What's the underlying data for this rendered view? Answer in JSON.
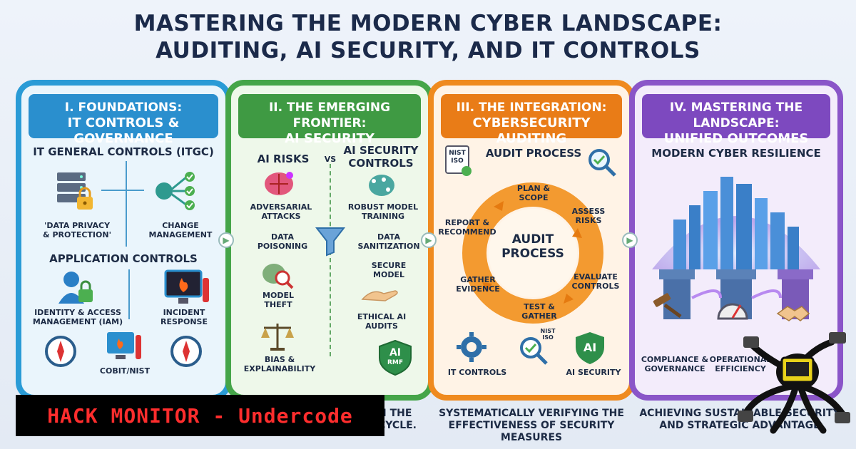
{
  "title": {
    "line1": "MASTERING THE MODERN CYBER LANDSCAPE:",
    "line2": "AUDITING, AI SECURITY, AND IT CONTROLS"
  },
  "panel1": {
    "header1": "I. FOUNDATIONS:",
    "header2": "IT CONTROLS & GOVERNANCE",
    "itgc": "IT GENERAL CONTROLS (ITGC)",
    "privacy1": "'DATA PRIVACY",
    "privacy2": "& PROTECTION'",
    "change1": "CHANGE",
    "change2": "MANAGEMENT",
    "appctl": "APPLICATION CONTROLS",
    "iam1": "IDENTITY & ACCESS",
    "iam2": "MANAGEMENT (IAM)",
    "incident1": "INCIDENT",
    "incident2": "RESPONSE",
    "cobit": "COBIT/NIST"
  },
  "panel2": {
    "header1": "II. THE EMERGING FRONTIER:",
    "header2": "AI SECURITY",
    "risks": "AI RISKS",
    "vs": "VS",
    "controls1": "AI SECURITY",
    "controls2": "CONTROLS",
    "adv1": "ADVERSARIAL",
    "adv2": "ATTACKS",
    "robust1": "ROBUST MODEL",
    "robust2": "TRAINING",
    "poison1": "DATA",
    "poison2": "POISONING",
    "sanit1": "DATA",
    "sanit2": "SANITIZATION",
    "secure1": "SECURE",
    "secure2": "MODEL",
    "theft1": "MODEL",
    "theft2": "THEFT",
    "ethical1": "ETHICAL AI",
    "ethical2": "AUDITS",
    "bias1": "BIAS &",
    "bias2": "EXPLAINABILITY",
    "badge1": "AI",
    "badge2": "RMF"
  },
  "panel3": {
    "header1": "III. THE INTEGRATION:",
    "header2": "CYBERSECURITY AUDITING",
    "process": "AUDIT PROCESS",
    "nist": "NIST",
    "iso": "ISO",
    "center1": "AUDIT",
    "center2": "PROCESS",
    "plan1": "PLAN &",
    "plan2": "SCOPE",
    "assess1": "ASSESS",
    "assess2": "RISKS",
    "eval1": "EVALUATE",
    "eval2": "CONTROLS",
    "test1": "TEST &",
    "test2": "GATHER",
    "gather1": "GATHER",
    "gather2": "EVIDENCE",
    "report1": "REPORT &",
    "report2": "RECOMMEND",
    "itc": "IT CONTROLS",
    "aisec": "AI SECURITY",
    "nistiso1": "NIST",
    "nistiso2": "ISO",
    "ai": "AI"
  },
  "panel4": {
    "header1": "IV. MASTERING THE LANDSCAPE:",
    "header2": "UNIFIED OUTCOMES",
    "resilience": "MODERN CYBER RESILIENCE",
    "comp1": "COMPLIANCE &",
    "comp2": "GOVERNANCE",
    "oper1": "OPERATIONAL",
    "oper2": "EFFICIENCY"
  },
  "captions": {
    "c1a": "N THE",
    "c1b": "CYCLE.",
    "c3a": "SYSTEMATICALLY VERIFYING THE",
    "c3b": "EFFECTIVENESS OF SECURITY MEASURES",
    "c4a": "ACHIEVING SUSTAINABLE SECURITY",
    "c4b": "AND STRATEGIC ADVANTAGE"
  },
  "banner": "HACK MONITOR - Undercode",
  "colors": {
    "blue": "#2a9bd6",
    "green": "#45a549",
    "orange": "#ef8a1f",
    "purple": "#8a55c8",
    "banner_text": "#ff2d2d"
  }
}
